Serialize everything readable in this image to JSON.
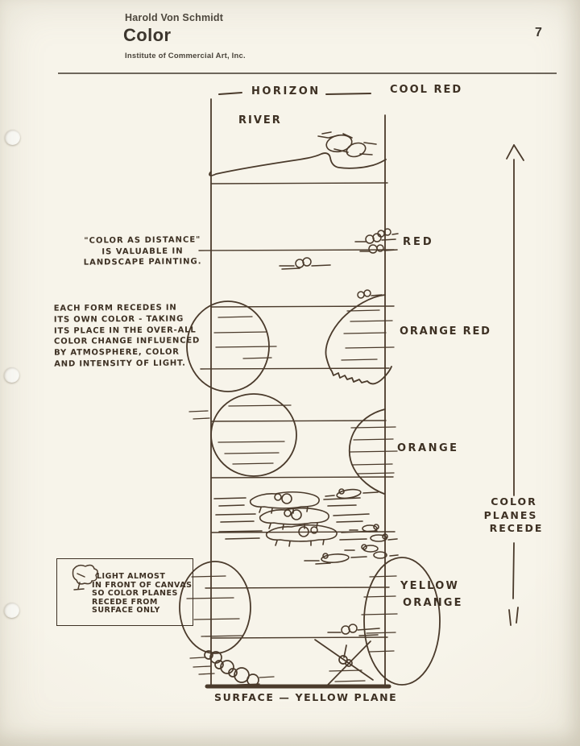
{
  "page": {
    "author": "Harold Von Schmidt",
    "title": "Color",
    "publisher": "Institute of Commercial Art, Inc.",
    "page_number": "7"
  },
  "diagram": {
    "horizon_label": "HORIZON",
    "cool_red_label": "COOL RED",
    "river_label": "RIVER",
    "red_label": "RED",
    "orange_red_label": "ORANGE RED",
    "orange_label": "ORANGE",
    "yellow_orange_line1": "YELLOW",
    "yellow_orange_line2": "ORANGE",
    "arrow_line1": "COLOR",
    "arrow_line2": "PLANES",
    "arrow_line3": "RECEDE",
    "surface_label": "SURFACE — YELLOW PLANE"
  },
  "notes": {
    "distance_line1": "\"COLOR AS DISTANCE\"",
    "distance_line2": "IS VALUABLE IN",
    "distance_line3": "LANDSCAPE PAINTING.",
    "recede_line1": "EACH FORM RECEDES IN",
    "recede_line2": "ITS OWN COLOR - TAKING",
    "recede_line3": "ITS PLACE IN THE OVER-ALL",
    "recede_line4": "COLOR CHANGE INFLUENCED",
    "recede_line5": "BY ATMOSPHERE, COLOR",
    "recede_line6": "AND INTENSITY OF LIGHT.",
    "light_line1": "LIGHT ALMOST",
    "light_line2": "IN FRONT OF CANVAS",
    "light_line3": "SO COLOR PLANES",
    "light_line4": "RECEDE FROM",
    "light_line5": "SURFACE ONLY"
  },
  "colors": {
    "paper": "#f4f0e5",
    "ink": "#3d3023",
    "sketch_ink": "#4a3a2b"
  }
}
